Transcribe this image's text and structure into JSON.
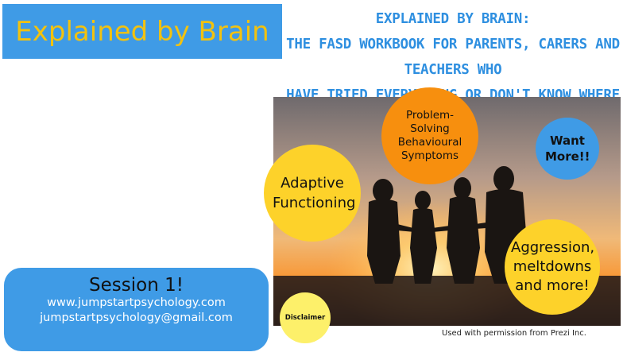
{
  "header": {
    "title": "Explained by Brain",
    "subtitle_lines": [
      "EXPLAINED BY BRAIN:",
      "THE FASD WORKBOOK FOR PARENTS, CARERS AND TEACHERS WHO",
      "HAVE TRIED EVERYTHING OR DON'T KNOW WHERE TO START!"
    ]
  },
  "bubbles": {
    "adaptive": "Adaptive Functioning",
    "problem": "Problem-Solving Behavioural Symptoms",
    "want_more": "Want More!!",
    "aggression": "Aggression, meltdowns and more!",
    "disclaimer": "Disclaimer"
  },
  "session": {
    "title": "Session 1!",
    "website": "www.jumpstartpsychology.com",
    "email": "jumpstartpsychology@gmail.com"
  },
  "footer": {
    "permission": "Used with permission from Prezi Inc."
  },
  "colors": {
    "blue": "#3f9be6",
    "yellow": "#fdd22a",
    "orange": "#f78f0e",
    "title_text": "#f2c20f"
  }
}
